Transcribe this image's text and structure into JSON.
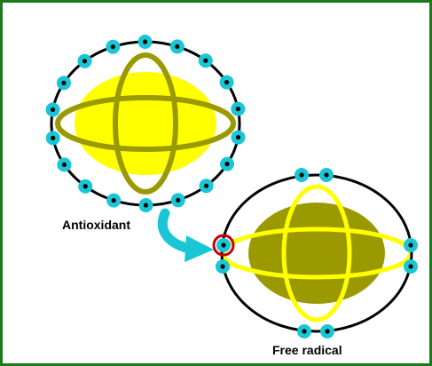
{
  "labels": {
    "antioxidant": "Antioxidant",
    "free_radical": "Free radical"
  },
  "colors": {
    "frame": "#1b7a1b",
    "background": "#ffffff",
    "orbit": "#000000",
    "electron": "#19c6d6",
    "electron_dot": "#000000",
    "antioxidant_nucleus": "#ffff00",
    "antioxidant_rings": "#9a9a00",
    "free_radical_nucleus": "#9a9a00",
    "free_radical_rings": "#ffff00",
    "unpaired_electron_ring": "#cc0000",
    "arrow": "#19c6d6"
  },
  "icons": {
    "transfer_arrow": "curved-arrow"
  }
}
